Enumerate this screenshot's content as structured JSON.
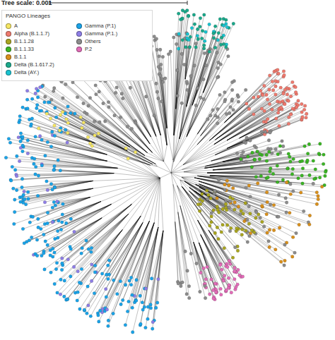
{
  "diagram": {
    "labels": [
      "Tree scale: 0.001",
      "PANGO Lineages"
    ],
    "legend": [
      {
        "text": "A",
        "color": "#f5e663"
      },
      {
        "text": "Alpha (B.1.1.7)",
        "color": "#ee7a6e"
      },
      {
        "text": "B.1.1.28",
        "color": "#a9a520"
      },
      {
        "text": "B.1.1.33",
        "color": "#3cb526"
      },
      {
        "text": "B.1.1",
        "color": "#d9901c"
      },
      {
        "text": "Delta (B.1.617.2)",
        "color": "#1aa88a"
      },
      {
        "text": "Delta (AY.)",
        "color": "#19c3d0"
      },
      {
        "text": "Gamma (P.1)",
        "color": "#1aa3e8"
      },
      {
        "text": "Gamma (P.1.)",
        "color": "#8e7ee6"
      },
      {
        "text": "Others",
        "color": "#8c8c8c"
      },
      {
        "text": "P.2",
        "color": "#e26cb8"
      }
    ]
  }
}
